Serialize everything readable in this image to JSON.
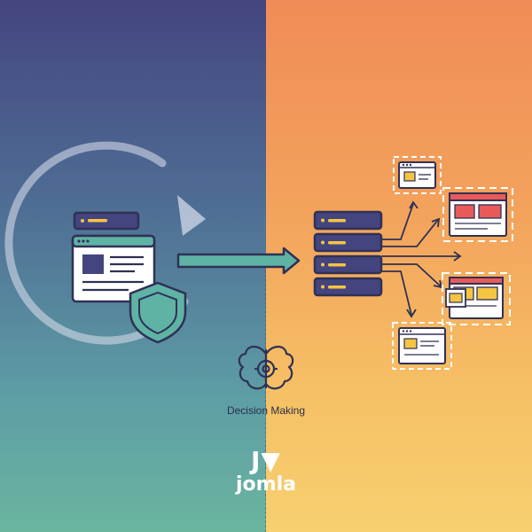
{
  "caption": "Decision Making",
  "logo": {
    "mark": "J▼",
    "text": "jomla"
  },
  "colors": {
    "left_top": "#44457f",
    "left_bottom": "#6ab59f",
    "right_top": "#f08c57",
    "right_bottom": "#f7d070",
    "outline": "#2f3155",
    "server": "#44457f",
    "accent_yellow": "#f5c542",
    "accent_red": "#e85a5a",
    "shield": "#5fb3a5",
    "arrow": "#5fb3a5"
  },
  "icons": [
    "refresh-cycle-icon",
    "server-icon",
    "browser-window-icon",
    "shield-icon",
    "right-arrow-icon",
    "server-stack-icon",
    "brain-gear-icon",
    "app-window-icon"
  ]
}
